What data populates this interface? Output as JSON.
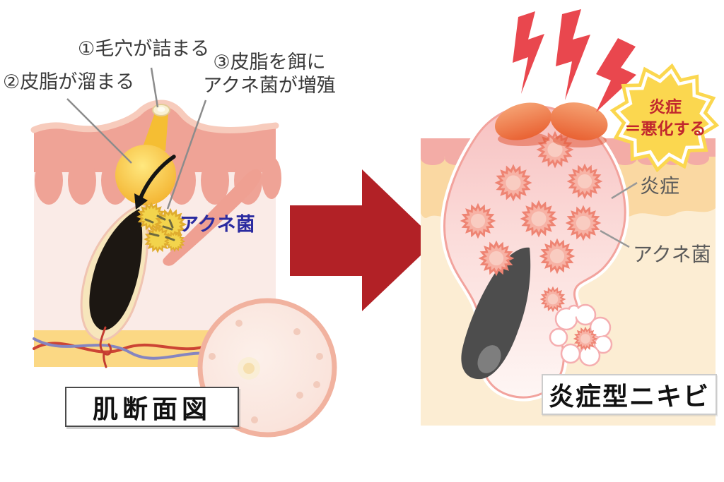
{
  "left": {
    "step1": "①毛穴が詰まる",
    "step2": "②皮脂が溜まる",
    "step3_line1": "③皮脂を餌に",
    "step3_line2": "アクネ菌が増殖",
    "acne_bacteria": "アクネ菌",
    "caption": "肌断面図"
  },
  "right": {
    "badge_line1": "炎症",
    "badge_line2": "＝悪化する",
    "inflammation": "炎症",
    "acne_bacteria": "アクネ菌",
    "caption": "炎症型ニキビ"
  },
  "colors": {
    "transition_arrow": "#b22126",
    "lightning": "#e9474e",
    "badge_fill": "#fbd74f",
    "badge_text": "#c1272d",
    "acne_label_navy": "#2b2ba0",
    "epidermis_pink": "#efa396",
    "sebum_yellow": "#f3b82e",
    "bacteria_salmon": "#ee8473"
  }
}
